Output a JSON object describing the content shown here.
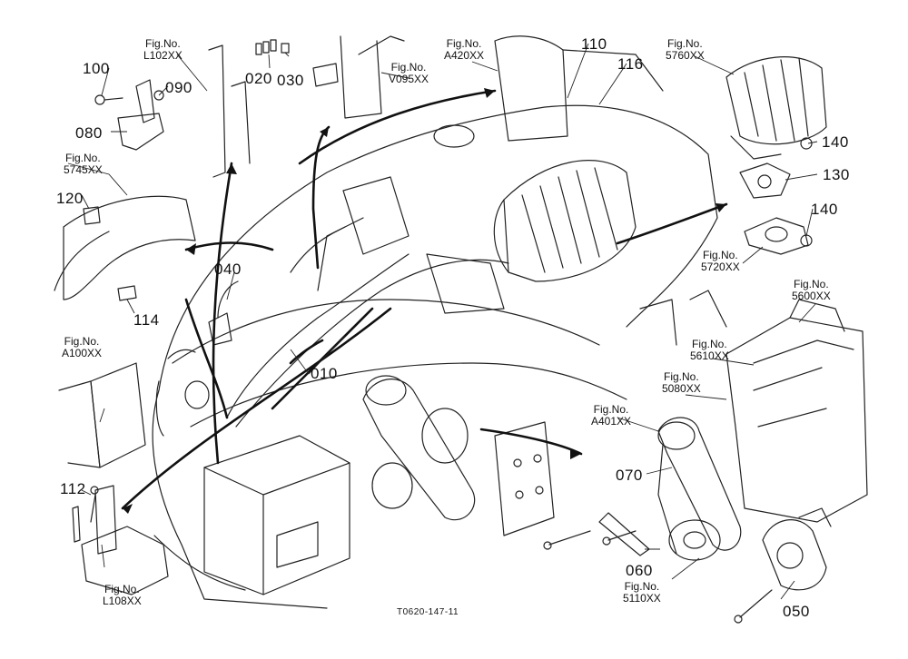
{
  "drawing_code": "T0620-147-11",
  "parts": {
    "p010": "010",
    "p020": "020",
    "p030": "030",
    "p040": "040",
    "p050": "050",
    "p060": "060",
    "p070": "070",
    "p080": "080",
    "p090": "090",
    "p100": "100",
    "p110": "110",
    "p112": "112",
    "p114": "114",
    "p116": "116",
    "p120": "120",
    "p130": "130",
    "p140a": "140",
    "p140b": "140"
  },
  "figrefs": {
    "prefix": "Fig.No.",
    "L102XX": "L102XX",
    "V095XX": "V095XX",
    "A420XX": "A420XX",
    "r5760XX": "5760XX",
    "r5745XX": "5745XX",
    "r5720XX": "5720XX",
    "r5600XX": "5600XX",
    "r5610XX": "5610XX",
    "r5080XX": "5080XX",
    "A401XX": "A401XX",
    "A100XX": "A100XX",
    "L108XX": "L108XX",
    "r5110XX": "5110XX"
  }
}
